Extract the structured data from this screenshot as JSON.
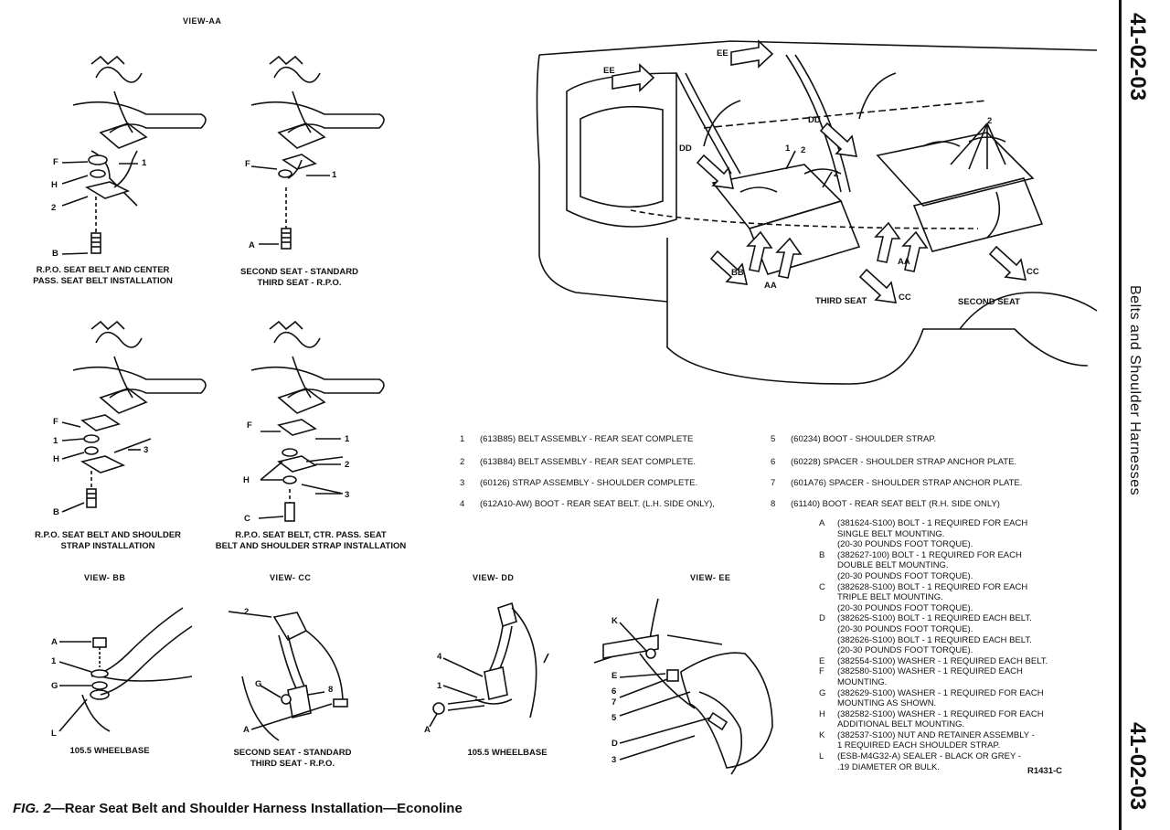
{
  "views": {
    "aa": "VIEW-AA",
    "bb": "VIEW- BB",
    "cc": "VIEW- CC",
    "dd": "VIEW- DD",
    "ee": "VIEW- EE"
  },
  "captions": {
    "d1": "R.P.O. SEAT BELT AND CENTER\nPASS. SEAT BELT INSTALLATION",
    "d2": "SECOND SEAT - STANDARD\nTHIRD SEAT - R.P.O.",
    "d3": "R.P.O. SEAT BELT AND SHOULDER\nSTRAP INSTALLATION",
    "d4": "R.P.O. SEAT BELT, CTR. PASS. SEAT\nBELT AND SHOULDER STRAP INSTALLATION",
    "bb": "105.5 WHEELBASE",
    "cc": "SECOND SEAT - STANDARD\nTHIRD SEAT - R.P.O.",
    "dd": "105.5 WHEELBASE"
  },
  "main_labels": {
    "ee1": "EE",
    "ee2": "EE",
    "dd1": "DD",
    "dd2": "DD",
    "bb": "BB",
    "aa1": "AA",
    "aa2": "AA",
    "cc1": "CC",
    "cc2": "CC",
    "third_seat": "THIRD SEAT",
    "second_seat": "SECOND SEAT",
    "n1": "1",
    "n2a": "2",
    "n2b": "2",
    "n2c": "2"
  },
  "callouts": {
    "F": "F",
    "H": "H",
    "A": "A",
    "B": "B",
    "C": "C",
    "G": "G",
    "L": "L",
    "K": "K",
    "E": "E",
    "D": "D",
    "one": "1",
    "two": "2",
    "three": "3",
    "four": "4",
    "five": "5",
    "six": "6",
    "seven": "7",
    "eight": "8"
  },
  "legend": [
    {
      "num": "1",
      "text": "(613B85) BELT ASSEMBLY - REAR SEAT COMPLETE"
    },
    {
      "num": "2",
      "text": "(613B84) BELT ASSEMBLY - REAR SEAT COMPLETE."
    },
    {
      "num": "3",
      "text": "(60126) STRAP ASSEMBLY - SHOULDER COMPLETE."
    },
    {
      "num": "4",
      "text": "(612A10-AW) BOOT - REAR SEAT BELT.  (L.H. SIDE ONLY),"
    },
    {
      "num": "5",
      "text": "(60234) BOOT - SHOULDER STRAP."
    },
    {
      "num": "6",
      "text": "(60228) SPACER - SHOULDER STRAP ANCHOR PLATE."
    },
    {
      "num": "7",
      "text": "(601A76) SPACER - SHOULDER STRAP ANCHOR PLATE."
    },
    {
      "num": "8",
      "text": "(61140) BOOT - REAR SEAT BELT  (R.H. SIDE ONLY)"
    }
  ],
  "notes": [
    {
      "key": "A",
      "text": "(381624-S100) BOLT - 1 REQUIRED FOR EACH\nSINGLE BELT MOUNTING.\n(20-30 POUNDS FOOT TORQUE)."
    },
    {
      "key": "B",
      "text": "(382627-100) BOLT - 1 REQUIRED FOR EACH\nDOUBLE BELT MOUNTING.\n(20-30 POUNDS FOOT TORQUE)."
    },
    {
      "key": "C",
      "text": "(382628-S100) BOLT - 1 REQUIRED FOR EACH\nTRIPLE BELT MOUNTING.\n(20-30 POUNDS FOOT TORQUE)."
    },
    {
      "key": "D",
      "text": "(382625-S100) BOLT - 1 REQUIRED EACH BELT.\n(20-30 POUNDS FOOT TORQUE).\n(382626-S100) BOLT - 1 REQUIRED EACH BELT.\n(20-30 POUNDS FOOT TORQUE)."
    },
    {
      "key": "E",
      "text": "(382554-S100) WASHER - 1 REQUIRED EACH BELT."
    },
    {
      "key": "F",
      "text": "(382580-S100) WASHER - 1 REQUIRED EACH\nMOUNTING."
    },
    {
      "key": "G",
      "text": "(382629-S100) WASHER - 1 REQUIRED FOR EACH\nMOUNTING AS SHOWN."
    },
    {
      "key": "H",
      "text": "(382582-S100) WASHER - 1 REQUIRED FOR EACH\nADDITIONAL BELT MOUNTING."
    },
    {
      "key": "K",
      "text": "(382537-S100) NUT AND RETAINER ASSEMBLY -\n1 REQUIRED EACH SHOULDER STRAP."
    },
    {
      "key": "L",
      "text": "(ESB-M4G32-A) SEALER - BLACK OR GREY -\n.19 DIAMETER OR BULK."
    }
  ],
  "ref_code": "R1431-C",
  "page_number_top": "41-02-03",
  "page_number_bottom": "41-02-03",
  "side_title": "Belts and Shoulder Harnesses",
  "figure": {
    "label": "FIG. 2",
    "title": "—Rear Seat Belt and Shoulder Harness Installation—Econoline"
  }
}
